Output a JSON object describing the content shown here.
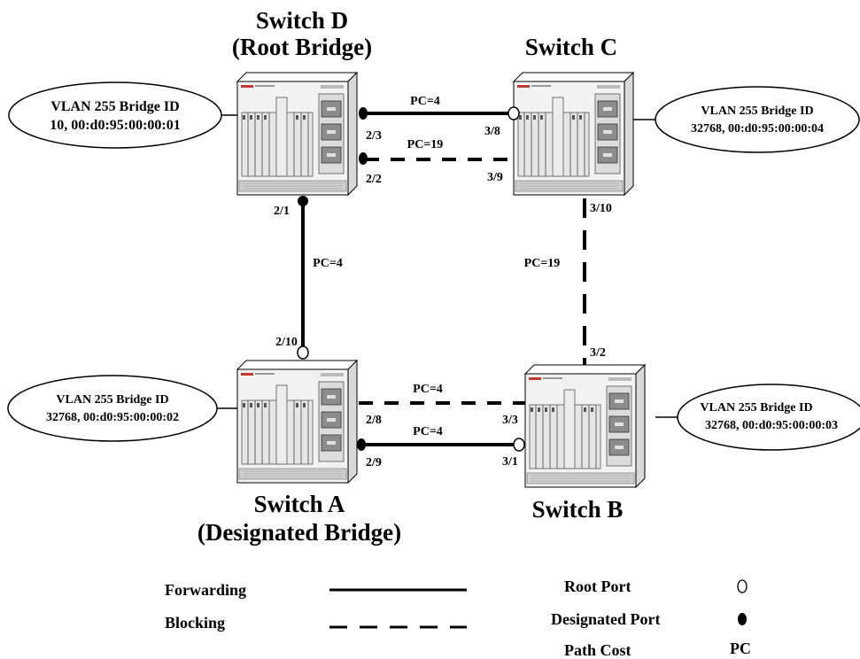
{
  "switches": {
    "d": {
      "name": "Switch D",
      "role": "(Root Bridge)",
      "bridge_id_title": "VLAN 255 Bridge ID",
      "bridge_id_value": "10, 00:d0:95:00:00:01"
    },
    "c": {
      "name": "Switch C",
      "bridge_id_title": "VLAN 255 Bridge ID",
      "bridge_id_value": "32768, 00:d0:95:00:00:04"
    },
    "a": {
      "name": "Switch A",
      "role": "(Designated Bridge)",
      "bridge_id_title": "VLAN 255 Bridge ID",
      "bridge_id_value": "32768, 00:d0:95:00:00:02"
    },
    "b": {
      "name": "Switch B",
      "bridge_id_title": "VLAN 255 Bridge ID",
      "bridge_id_value": "32768, 00:d0:95:00:00:03"
    }
  },
  "links": {
    "d_c_1": {
      "cost": "PC=4",
      "port_d": "2/3",
      "port_c": "3/8",
      "state": "forwarding"
    },
    "d_c_2": {
      "cost": "PC=19",
      "port_d": "2/2",
      "port_c": "3/9",
      "state": "blocking"
    },
    "d_a": {
      "cost": "PC=4",
      "port_d": "2/1",
      "port_a": "2/10",
      "state": "forwarding"
    },
    "c_b": {
      "cost": "PC=19",
      "port_c": "3/10",
      "port_b": "3/2",
      "state": "blocking"
    },
    "a_b_1": {
      "cost": "PC=4",
      "port_a": "2/8",
      "port_b": "3/3",
      "state": "blocking"
    },
    "a_b_2": {
      "cost": "PC=4",
      "port_a": "2/9",
      "port_b": "3/1",
      "state": "forwarding"
    }
  },
  "legend": {
    "forwarding": "Forwarding",
    "blocking": "Blocking",
    "root_port": "Root Port",
    "designated_port": "Designated Port",
    "path_cost": "Path Cost",
    "path_cost_abbr": "PC"
  }
}
